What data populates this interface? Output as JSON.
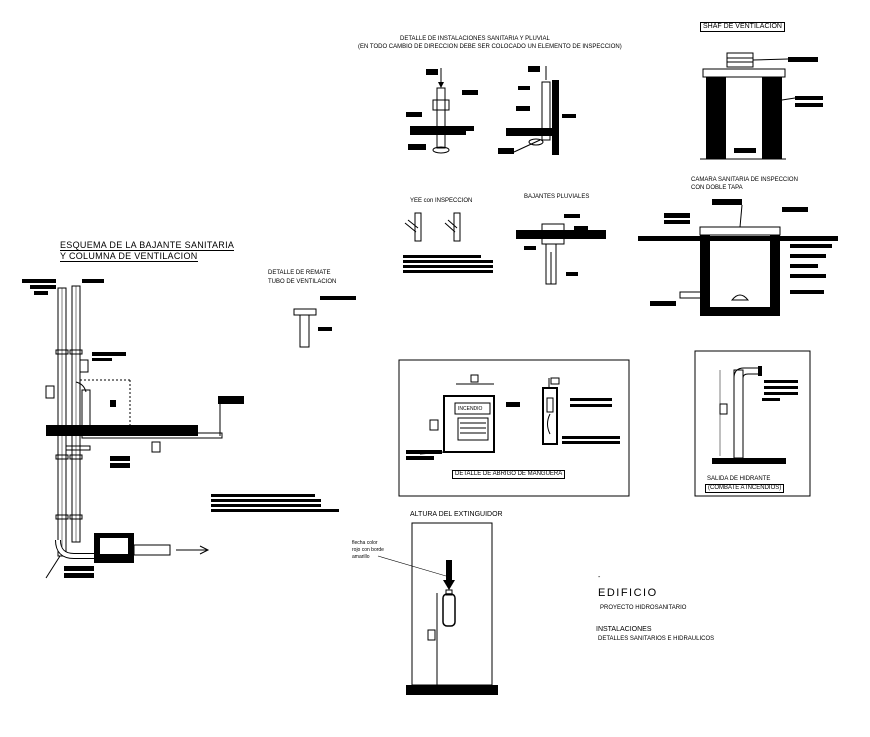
{
  "sanitary_detail": {
    "title": "DETALLE DE INSTALACIONES SANITARIA Y PLUVIAL",
    "subtitle": "(EN TODO CAMBIO DE DIRECCION DEBE SER COLOCADO UN ELEMENTO DE INSPECCION)"
  },
  "shaft": {
    "title": "SHAF DE VENTILACION"
  },
  "inspection_chamber": {
    "title_line1": "CAMARA SANITARIA DE INSPECCION",
    "title_line2": "CON DOBLE TAPA"
  },
  "yee": {
    "title": "YEE con INSPECCION"
  },
  "downpipes": {
    "title": "BAJANTES PLUVIALES"
  },
  "scheme": {
    "title_line1": "ESQUEMA DE LA BAJANTE SANITARIA",
    "title_line2": "Y COLUMNA DE VENTILACION"
  },
  "vent_cap": {
    "title_line1": "DETALLE DE REMATE",
    "title_line2": "TUBO DE VENTILACION"
  },
  "hose_cabinet": {
    "caption": "DETALLE DE ABRIGO DE MANGUERA",
    "panel_text": "INCENDIO"
  },
  "hydrant": {
    "caption_line1": "SALIDA DE HIDRANTE",
    "caption_line2": "(COMBATE A INCENDIOS)"
  },
  "extinguisher": {
    "title": "ALTURA DEL EXTINGUIDOR",
    "note_line1": "flecha color",
    "note_line2": "rojo con borde",
    "note_line3": "amarillo"
  },
  "title_block": {
    "dash": "-",
    "building": "EDIFICIO",
    "project": "PROYECTO HIDROSANITARIO",
    "section": "INSTALACIONES",
    "details": "DETALLES SANITARIOS E HIDRAULICOS"
  }
}
